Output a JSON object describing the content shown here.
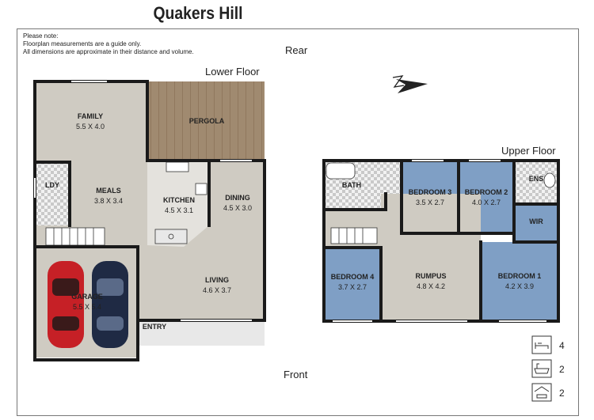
{
  "title": "Quakers Hill",
  "notes": [
    "Please note:",
    "Floorplan measurements are a guide only.",
    "All dimensions are approximate in their distance and volume."
  ],
  "orientation": {
    "rear": "Rear",
    "front": "Front"
  },
  "floors": {
    "lower": "Lower Floor",
    "upper": "Upper Floor"
  },
  "rooms": {
    "family": {
      "name": "FAMILY",
      "dim": "5.5 X 4.0"
    },
    "pergola": {
      "name": "PERGOLA"
    },
    "ldy": {
      "name": "LDY"
    },
    "meals": {
      "name": "MEALS",
      "dim": "3.8 X 3.4"
    },
    "kitchen": {
      "name": "KITCHEN",
      "dim": "4.5 X 3.1"
    },
    "dining": {
      "name": "DINING",
      "dim": "4.5 X 3.0"
    },
    "living": {
      "name": "LIVING",
      "dim": "4.6 X 3.7"
    },
    "garage": {
      "name": "GARAGE",
      "dim": "5.5 X 5.4"
    },
    "entry": {
      "name": "ENTRY"
    },
    "bath": {
      "name": "BATH"
    },
    "bed3": {
      "name": "BEDROOM 3",
      "dim": "3.5 X 2.7"
    },
    "bed2": {
      "name": "BEDROOM 2",
      "dim": "4.0 X 2.7"
    },
    "ens": {
      "name": "ENS"
    },
    "wir": {
      "name": "WIR"
    },
    "bed4": {
      "name": "BEDROOM 4",
      "dim": "3.7 X 2.7"
    },
    "rumpus": {
      "name": "RUMPUS",
      "dim": "4.8 X 4.2"
    },
    "bed1": {
      "name": "BEDROOM 1",
      "dim": "4.2 X 3.9"
    }
  },
  "features": {
    "bedrooms": "4",
    "bathrooms": "2",
    "garages": "2"
  },
  "icons": {
    "north": "north-arrow-icon",
    "bed": "bed-icon",
    "bath": "bathtub-icon",
    "garage": "garage-icon"
  },
  "colors": {
    "floor": "#cfcbc2",
    "bedroom": "#7f9fc5",
    "deck": "#a08a70",
    "wall": "#1a1a1a",
    "tile_light": "#f2f2f2",
    "tile_dark": "#c9c9c9"
  }
}
